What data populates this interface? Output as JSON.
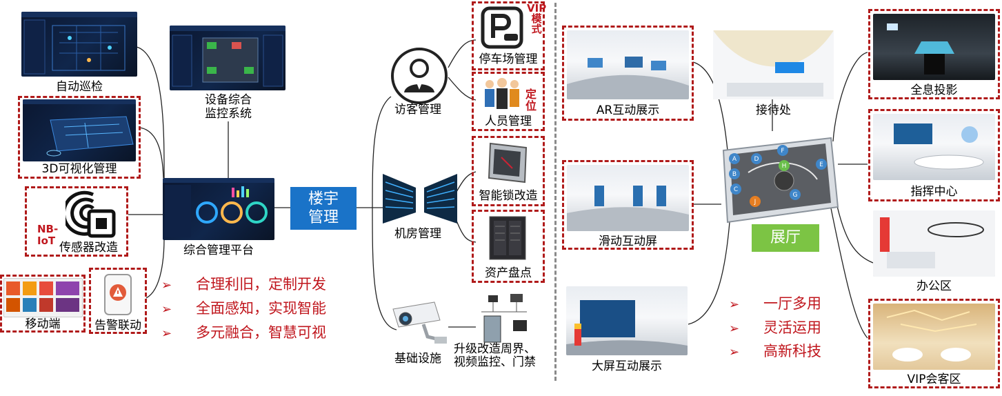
{
  "center": {
    "label": "楼宇\n管理"
  },
  "left": {
    "auto_patrol": "自动巡检",
    "viz3d": "3D可视化管理",
    "nbiot": "NB-\nIoT",
    "sensor": "传感器改造",
    "mobile": "移动端",
    "alarm": "告警联动",
    "equip_monitor": "设备综合\n监控系统",
    "platform": "综合管理平台"
  },
  "bullets_left": [
    "合理利旧，定制开发",
    "全面感知，实现智能",
    "多元融合，智慧可视"
  ],
  "middle": {
    "visitor": "访客管理",
    "parking": "停车场管理",
    "vip_mode": "VIP\n模\n式",
    "personnel": "人员管理",
    "locate": "定\n位",
    "datacenter": "机房管理",
    "smart_lock": "智能锁改造",
    "asset": "资产盘点",
    "infra": "基础设施",
    "upgrade": "升级改造周界、\n视频监控、门禁"
  },
  "right": {
    "ar": "AR互动展示",
    "reception": "接待处",
    "slide_screen": "滑动互动屏",
    "big_screen": "大屏互动展示",
    "hall": "展厅",
    "hologram": "全息投影",
    "command": "指挥中心",
    "office": "办公区",
    "vip_room": "VIP会客区",
    "map_letters": [
      "A",
      "B",
      "C",
      "D",
      "E",
      "F",
      "G",
      "H",
      "J"
    ]
  },
  "bullets_right": [
    "一厅多用",
    "灵活运用",
    "高新科技"
  ],
  "colors": {
    "accent_red": "#c0161d",
    "dash_red": "#b01a1a",
    "blue": "#1a73c8",
    "green": "#7cc444"
  }
}
